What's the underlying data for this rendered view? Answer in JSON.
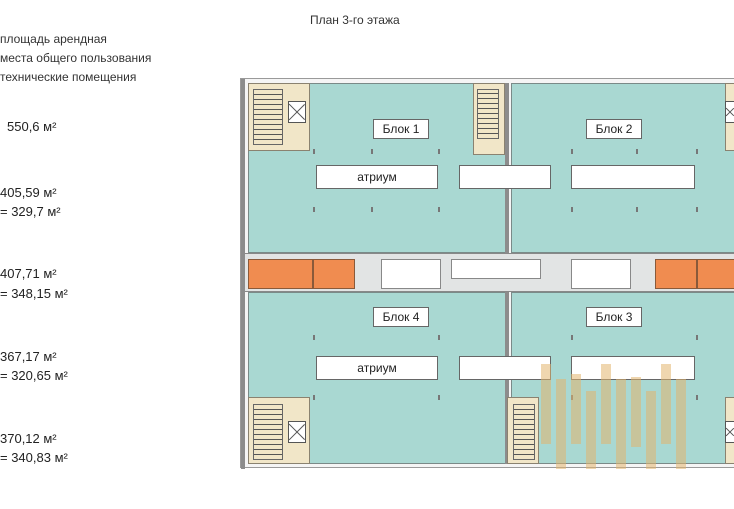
{
  "title": "План 3-го этажа",
  "legend": [
    {
      "label": "площадь арендная"
    },
    {
      "label": "места общего пользования"
    },
    {
      "label": "технические помещения"
    }
  ],
  "areas": [
    {
      "line1": "550,6 м²",
      "line2": ""
    },
    {
      "line1": "405,59 м²",
      "line2": "= 329,7 м²"
    },
    {
      "line1": "407,71 м²",
      "line2": "= 348,15 м²"
    },
    {
      "line1": "367,17 м²",
      "line2": "= 320,65 м²"
    },
    {
      "line1": "370,12 м²",
      "line2": "= 340,83 м²"
    }
  ],
  "plan": {
    "blocks": {
      "b1": "Блок 1",
      "b2": "Блок 2",
      "b3": "Блок 3",
      "b4": "Блок 4"
    },
    "atrium": "атриум"
  },
  "colors": {
    "rentable": "#a9d8d2",
    "common": "#f1e6c8",
    "technical": "#f08c50"
  }
}
